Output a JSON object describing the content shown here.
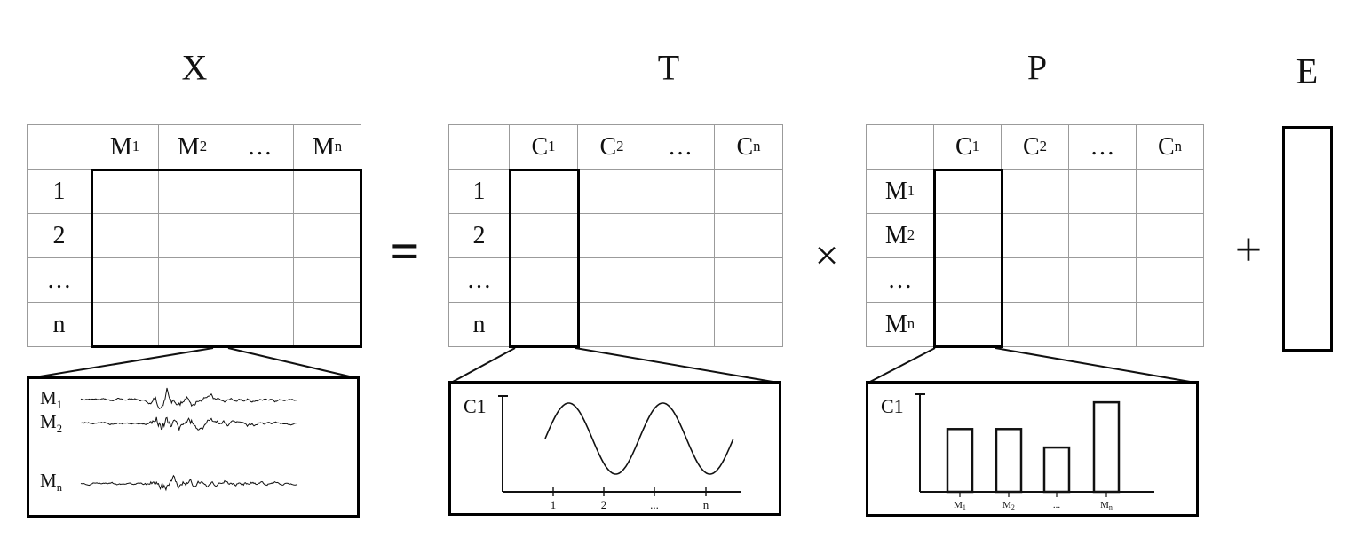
{
  "operators": {
    "equals": "=",
    "times": "×",
    "plus": "+"
  },
  "matrix_x": {
    "label": "X",
    "col_headers": [
      {
        "base": "M",
        "sub": "1"
      },
      {
        "base": "M",
        "sub": "2"
      },
      {
        "base": "…",
        "sub": ""
      },
      {
        "base": "M",
        "sub": "n"
      }
    ],
    "row_headers": [
      "1",
      "2",
      "…",
      "n"
    ]
  },
  "matrix_t": {
    "label": "T",
    "col_headers": [
      {
        "base": "C",
        "sub": "1"
      },
      {
        "base": "C",
        "sub": "2"
      },
      {
        "base": "…",
        "sub": ""
      },
      {
        "base": "C",
        "sub": "n"
      }
    ],
    "row_headers": [
      "1",
      "2",
      "…",
      "n"
    ]
  },
  "matrix_p": {
    "label": "P",
    "col_headers": [
      {
        "base": "C",
        "sub": "1"
      },
      {
        "base": "C",
        "sub": "2"
      },
      {
        "base": "…",
        "sub": ""
      },
      {
        "base": "C",
        "sub": "n"
      }
    ],
    "row_headers": [
      {
        "base": "M",
        "sub": "1"
      },
      {
        "base": "M",
        "sub": "2"
      },
      {
        "base": "…",
        "sub": ""
      },
      {
        "base": "M",
        "sub": "n"
      }
    ]
  },
  "matrix_e": {
    "label": "E"
  },
  "callout_x": {
    "traces": [
      {
        "base": "M",
        "sub": "1"
      },
      {
        "base": "M",
        "sub": "2"
      },
      {
        "base": "M",
        "sub": "n"
      }
    ]
  },
  "callout_t": {
    "axis_label": "C1",
    "x_ticks": [
      "1",
      "2",
      "...",
      "n"
    ],
    "chart_data": {
      "type": "line",
      "shape": "sine",
      "cycles": 2
    }
  },
  "callout_p": {
    "axis_label": "C1",
    "x_ticks": [
      {
        "base": "M",
        "sub": "1"
      },
      {
        "base": "M",
        "sub": "2"
      },
      {
        "base": "...",
        "sub": ""
      },
      {
        "base": "M",
        "sub": "n"
      }
    ],
    "chart_data": {
      "type": "bar",
      "bar_heights": [
        0.68,
        0.68,
        0.48,
        0.97
      ]
    }
  }
}
